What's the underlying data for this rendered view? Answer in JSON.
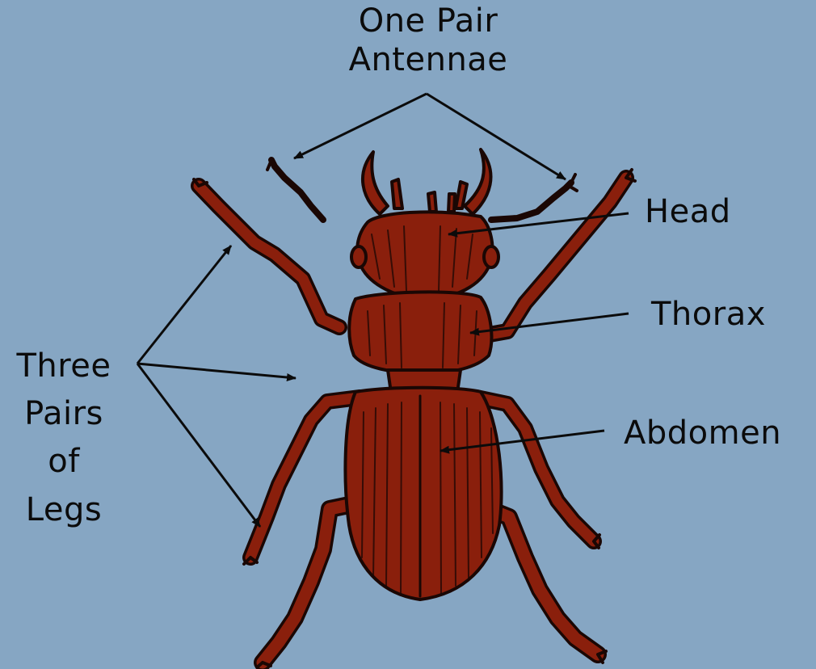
{
  "diagram": {
    "labels": {
      "antennae": [
        "One Pair",
        "Antennae"
      ],
      "head": "Head",
      "thorax": "Thorax",
      "abdomen": "Abdomen",
      "legs": [
        "Three",
        "Pairs",
        "of",
        "Legs"
      ]
    },
    "colors": {
      "background": "#86a6c3",
      "body": "#8a1f0c",
      "outline": "#1a0704",
      "arrow": "#0b0b0b"
    },
    "icon": "stag-beetle-illustration"
  }
}
